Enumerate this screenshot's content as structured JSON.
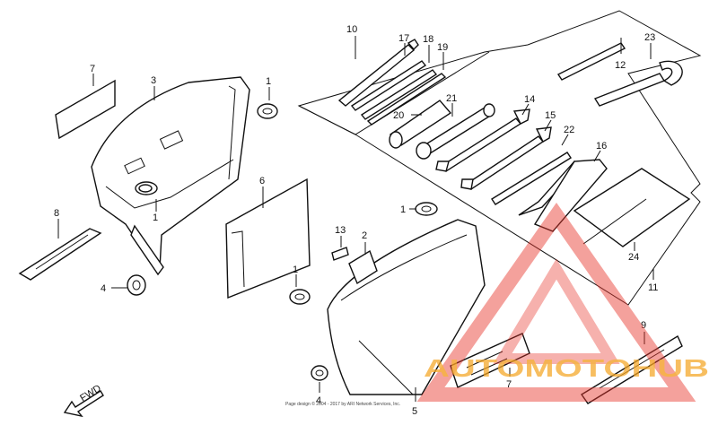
{
  "callouts": {
    "c1a": "1",
    "c1b": "1",
    "c1c": "1",
    "c1d": "1",
    "c2": "2",
    "c3": "3",
    "c4a": "4",
    "c4b": "4",
    "c5": "5",
    "c6": "6",
    "c7a": "7",
    "c7b": "7",
    "c8": "8",
    "c9": "9",
    "c10": "10",
    "c11": "11",
    "c12": "12",
    "c13": "13",
    "c14": "14",
    "c15": "15",
    "c16": "16",
    "c17": "17",
    "c18": "18",
    "c19": "19",
    "c20": "20",
    "c21": "21",
    "c22": "22",
    "c23": "23",
    "c24": "24"
  },
  "fwd_label": "FWD",
  "copyright": "Page design © 2004 - 2017 by ARI Network Services, Inc.",
  "watermark": {
    "text": "AUTOMOTOHUB",
    "color_orange": "#f5a623",
    "color_red": "#e8352b"
  },
  "colors": {
    "line": "#111111",
    "background": "#ffffff"
  }
}
